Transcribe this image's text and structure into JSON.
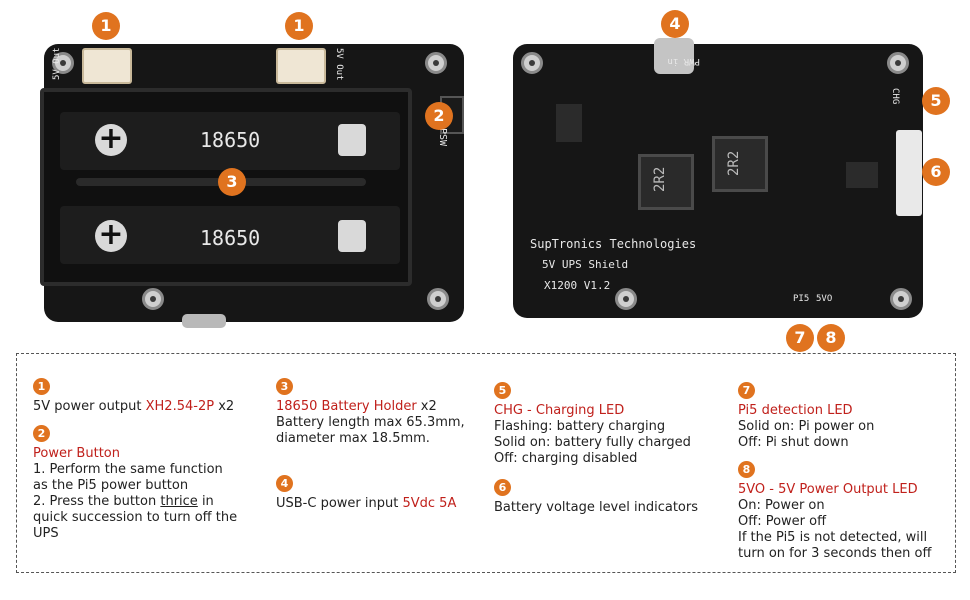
{
  "front": {
    "conn_left": "5V Out",
    "conn_right": "5V Out",
    "button": "PSW",
    "cell_top": "18650",
    "cell_bottom": "18650"
  },
  "back": {
    "usb_label": "PWR in",
    "chg": "CHG",
    "inductor1": "2R2",
    "inductor2": "2R2",
    "brand": "SupTronics Technologies",
    "shield": "5V UPS Shield",
    "model": "X1200 V1.2",
    "led_pi5": "PI5",
    "led_5vo": "5VO"
  },
  "badges": [
    "1",
    "1",
    "2",
    "3",
    "4",
    "5",
    "6",
    "7",
    "8"
  ],
  "legend": {
    "n1": "1",
    "i1_text": "5V power output ",
    "i1_red": "XH2.54-2P",
    "i1_tail": " x2",
    "n2": "2",
    "i2_title": "Power Button",
    "i2_l1": "1. Perform the same function",
    "i2_l2": "as the Pi5 power button",
    "i2_l3a": "2. Press the button ",
    "i2_l3u": "thrice",
    "i2_l3b": " in",
    "i2_l4": "quick succession to turn off the",
    "i2_l5": "UPS",
    "n3": "3",
    "i3_red": "18650 Battery Holder",
    "i3_tail": " x2",
    "i3_l1": "Battery length max 65.3mm,",
    "i3_l2": "diameter max 18.5mm.",
    "n4": "4",
    "i4_text": "USB-C power input ",
    "i4_red": "5Vdc 5A",
    "n5": "5",
    "i5_title": "CHG - Charging LED",
    "i5_l1": "Flashing: battery charging",
    "i5_l2": "Solid on: battery fully charged",
    "i5_l3": "Off: charging disabled",
    "n6": "6",
    "i6_text": "Battery voltage level indicators",
    "n7": "7",
    "i7_title": "Pi5 detection LED",
    "i7_l1": "Solid on: Pi power on",
    "i7_l2": "Off: Pi shut down",
    "n8": "8",
    "i8_title": "5VO - 5V Power Output LED",
    "i8_l1": "On: Power on",
    "i8_l2": "Off: Power off",
    "i8_l3": "If the Pi5 is not detected, will",
    "i8_l4": "turn on for 3 seconds then off"
  },
  "colors": {
    "accent": "#e0731f",
    "red_text": "#c0201b",
    "pcb": "#161616"
  }
}
